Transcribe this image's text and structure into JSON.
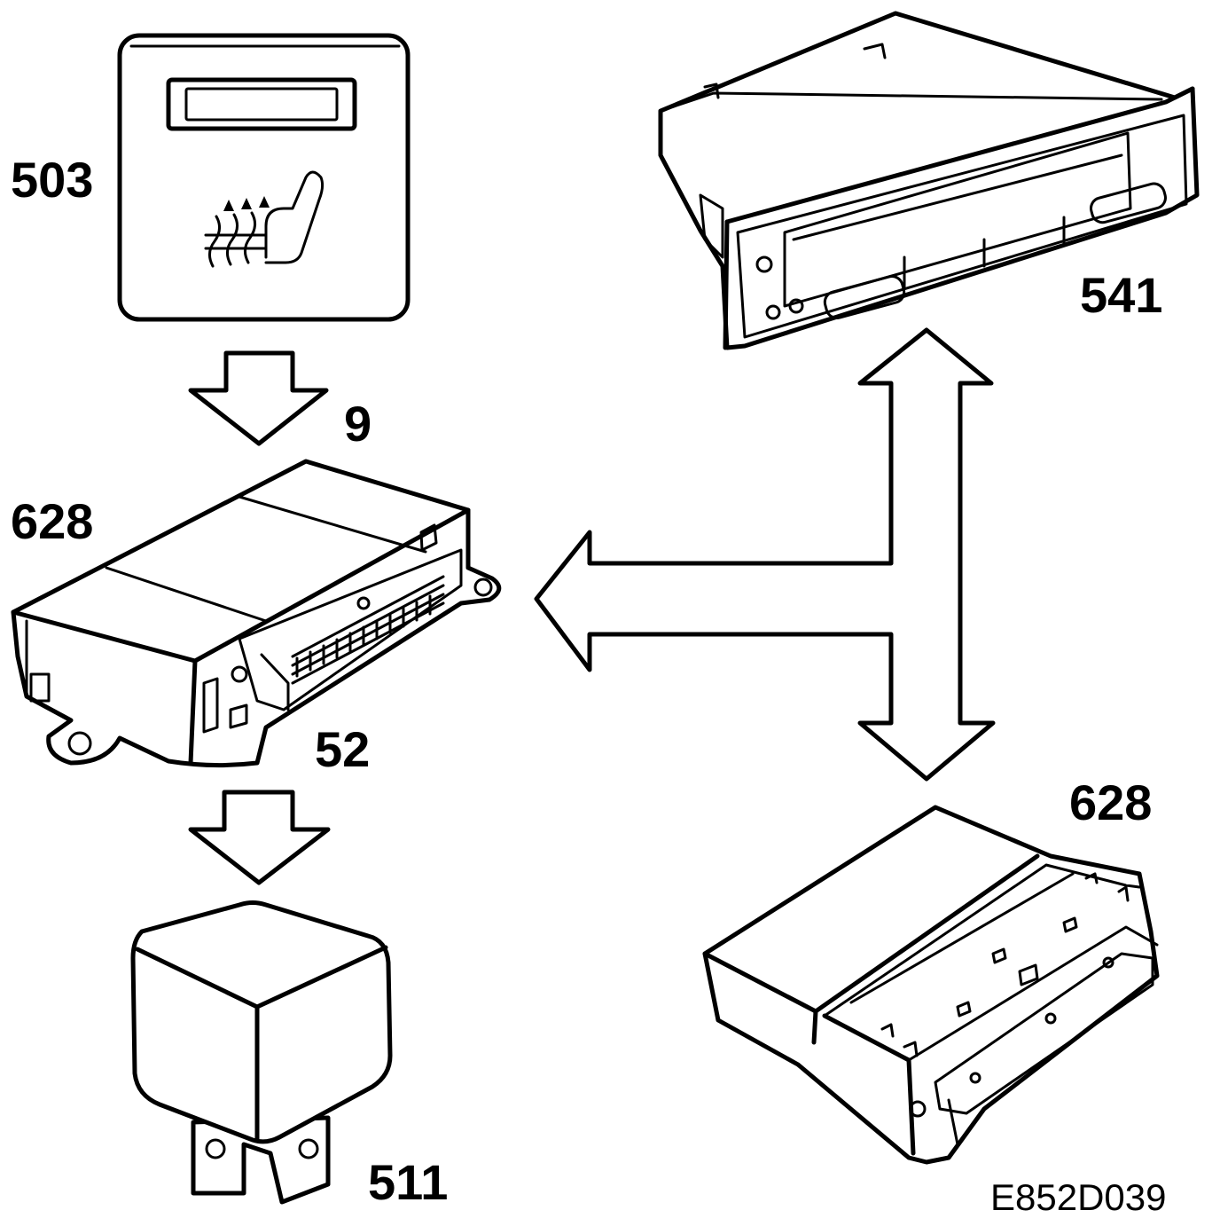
{
  "labels": {
    "switch": "503",
    "arrow_input": "9",
    "control_module_left": "628",
    "connector": "52",
    "relay": "511",
    "display": "541",
    "control_module_right": "628"
  },
  "figure_code": "E852D039",
  "icons": {
    "switch": "seat-heater-switch-icon",
    "module": "control-module-icon",
    "relay": "relay-icon",
    "display": "display-unit-icon"
  }
}
